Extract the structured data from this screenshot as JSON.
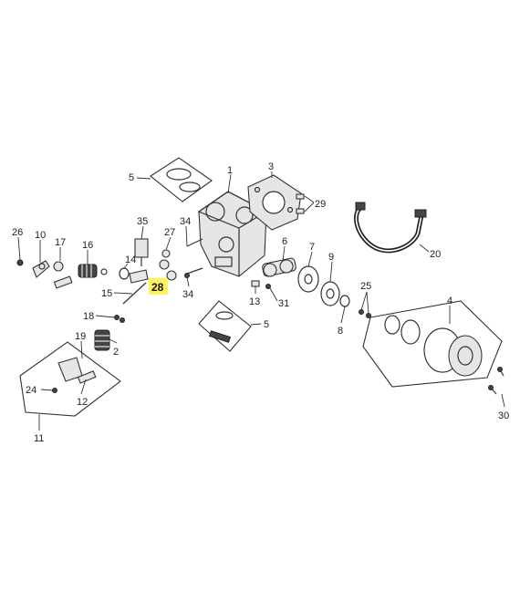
{
  "diagram": {
    "labels": [
      {
        "text": "5"
      },
      {
        "text": "1"
      },
      {
        "text": "3"
      },
      {
        "text": "29"
      },
      {
        "text": "26"
      },
      {
        "text": "10"
      },
      {
        "text": "17"
      },
      {
        "text": "16"
      },
      {
        "text": "35"
      },
      {
        "text": "27"
      },
      {
        "text": "34"
      },
      {
        "text": "14"
      },
      {
        "text": "28"
      },
      {
        "text": "34"
      },
      {
        "text": "6"
      },
      {
        "text": "7"
      },
      {
        "text": "9"
      },
      {
        "text": "20"
      },
      {
        "text": "15"
      },
      {
        "text": "13"
      },
      {
        "text": "31"
      },
      {
        "text": "25"
      },
      {
        "text": "4"
      },
      {
        "text": "18"
      },
      {
        "text": "5"
      },
      {
        "text": "8"
      },
      {
        "text": "19"
      },
      {
        "text": "2"
      },
      {
        "text": "24"
      },
      {
        "text": "12"
      },
      {
        "text": "30"
      },
      {
        "text": "11"
      }
    ],
    "highlight": {
      "label_index": 12,
      "color": "#fff35a"
    },
    "colors": {
      "line": "#333333",
      "fill": "#e6e6e6",
      "text": "#222222"
    }
  }
}
